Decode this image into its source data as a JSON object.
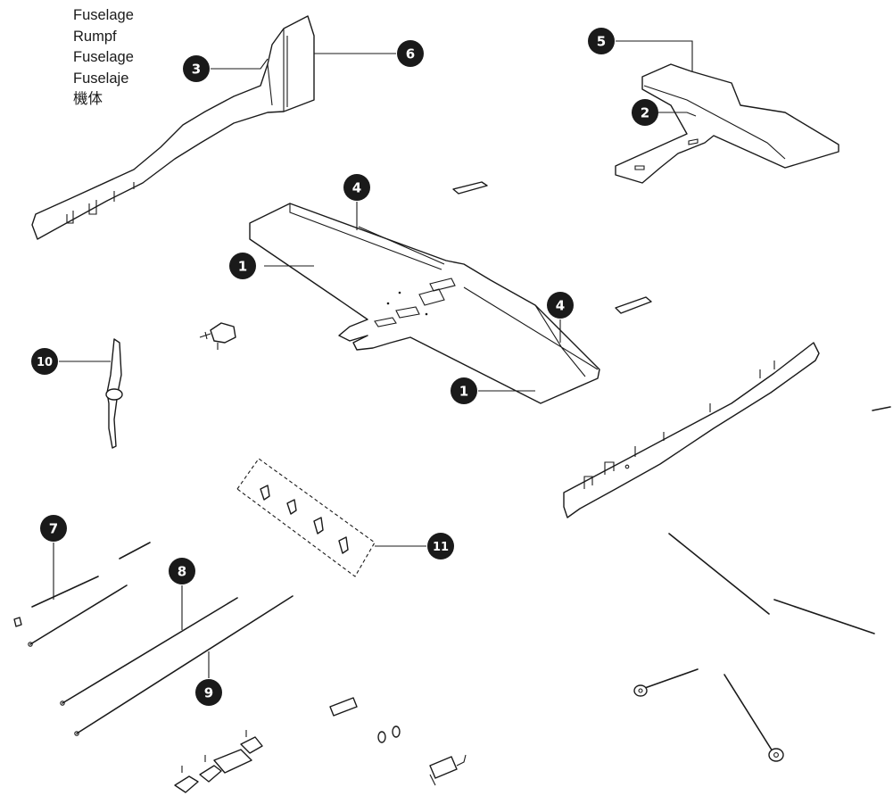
{
  "title_labels": {
    "en": "Fuselage",
    "de": "Rumpf",
    "fr": "Fuselage",
    "es": "Fuselaje",
    "ja": "機体"
  },
  "callouts": [
    {
      "id": "c1a",
      "label": "1"
    },
    {
      "id": "c1b",
      "label": "1"
    },
    {
      "id": "c2",
      "label": "2"
    },
    {
      "id": "c3",
      "label": "3"
    },
    {
      "id": "c4a",
      "label": "4"
    },
    {
      "id": "c4b",
      "label": "4"
    },
    {
      "id": "c5",
      "label": "5"
    },
    {
      "id": "c6",
      "label": "6"
    },
    {
      "id": "c7",
      "label": "7"
    },
    {
      "id": "c8",
      "label": "8"
    },
    {
      "id": "c9",
      "label": "9"
    },
    {
      "id": "c10",
      "label": "10"
    },
    {
      "id": "c11",
      "label": "11"
    }
  ],
  "colors": {
    "ink": "#1a1a1a",
    "paper": "#ffffff"
  }
}
